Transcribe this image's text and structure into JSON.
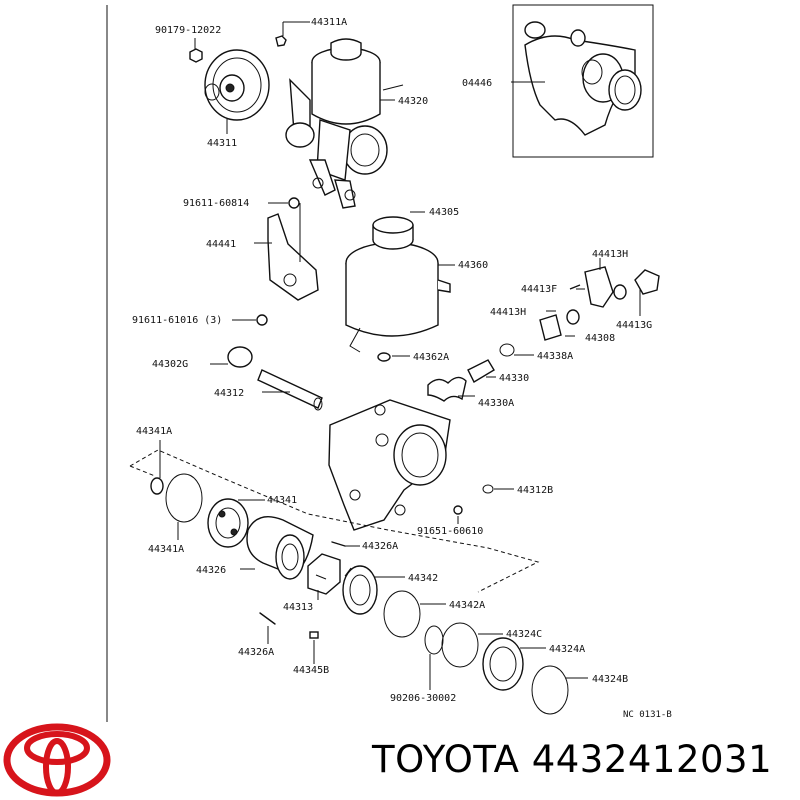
{
  "brand": {
    "name": "TOYOTA",
    "part_number": "4432412031"
  },
  "diagram": {
    "code": "NC 0131-B",
    "labels": {
      "p90179_12022": "90179-12022",
      "p44311A": "44311A",
      "p44446": "04446",
      "p44320": "44320",
      "p44311": "44311",
      "p91611_60814": "91611-60814",
      "p44305": "44305",
      "p44441": "44441",
      "p44360": "44360",
      "p44413H_a": "44413H",
      "p44413F": "44413F",
      "p91611_61016": "91611-61016 (3)",
      "p44413H_b": "44413H",
      "p44308": "44308",
      "p44413G": "44413G",
      "p44302G": "44302G",
      "p44362A": "44362A",
      "p44338A": "44338A",
      "p44330": "44330",
      "p44312": "44312",
      "p44330A": "44330A",
      "p44341A_a": "44341A",
      "p44312B": "44312B",
      "p44341": "44341",
      "p91651_60610": "91651-60610",
      "p44341A_b": "44341A",
      "p44326A_a": "44326A",
      "p44326": "44326",
      "p44342": "44342",
      "p44313": "44313",
      "p44342A": "44342A",
      "p44324C": "44324C",
      "p44326A_b": "44326A",
      "p44345B": "44345B",
      "p44324A": "44324A",
      "p44324B": "44324B",
      "p90206_30002": "90206-30002"
    }
  }
}
